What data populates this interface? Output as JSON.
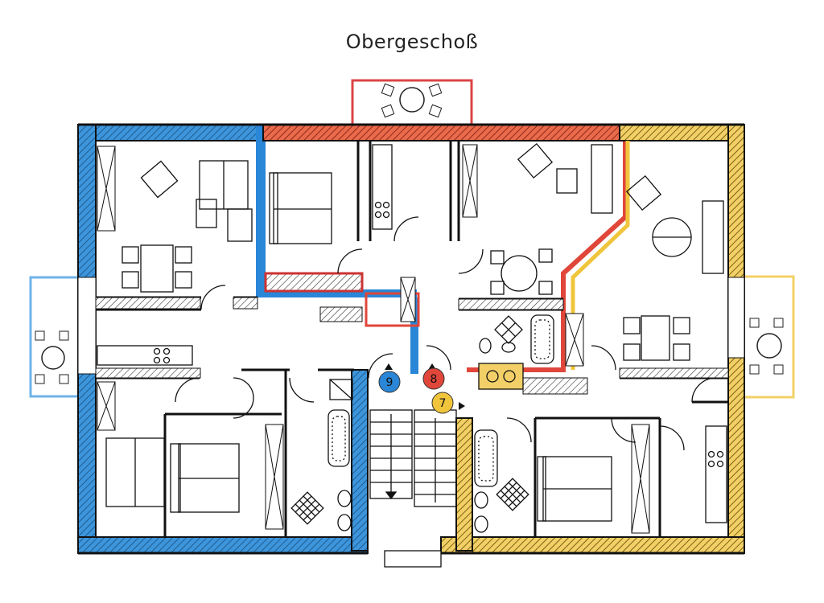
{
  "title": "Obergeschoß",
  "units": [
    {
      "number": "9",
      "color": "#2a86d6"
    },
    {
      "number": "8",
      "color": "#e0463a"
    },
    {
      "number": "7",
      "color": "#f0c53c"
    }
  ],
  "wall_color": "#1a1a1a"
}
